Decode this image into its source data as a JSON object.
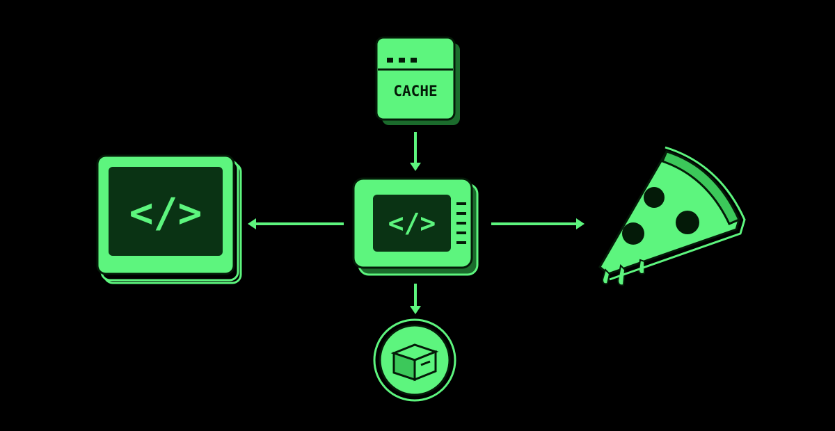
{
  "colors": {
    "background": "#000000",
    "accent": "#5df57e",
    "accent_dark": "#1b6b2c",
    "accent_mid": "#3cc85a",
    "ink": "#041a08"
  },
  "cache": {
    "label": "CACHE",
    "icon": "cache-window-icon"
  },
  "source_code": {
    "icon": "code-monitor-icon",
    "symbol": "</>"
  },
  "processor": {
    "icon": "code-device-icon",
    "symbol": "</>"
  },
  "storage": {
    "icon": "box-badge-icon"
  },
  "output": {
    "icon": "pizza-slice-icon"
  },
  "connections": [
    {
      "from": "cache",
      "to": "processor",
      "icon": "arrow-down-icon"
    },
    {
      "from": "processor",
      "to": "source_code",
      "icon": "arrow-left-icon"
    },
    {
      "from": "processor",
      "to": "output",
      "icon": "arrow-right-icon"
    },
    {
      "from": "processor",
      "to": "storage",
      "icon": "arrow-down-icon"
    }
  ]
}
